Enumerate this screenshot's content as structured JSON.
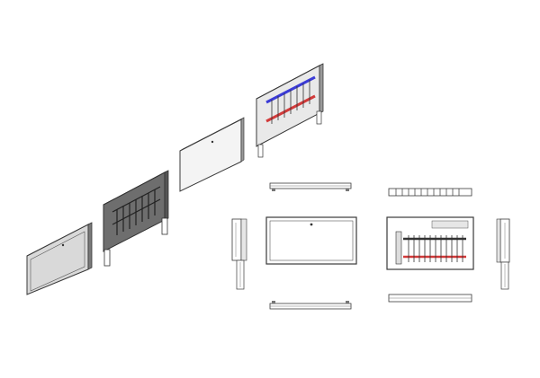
{
  "drawing": {
    "kind": "technical drawing of a manifold cabinet with isometric and orthographic views",
    "colors": {
      "background": "#ffffff",
      "line": "#3a3a3a",
      "panel": "#d9d9d9",
      "panel_dark": "#7a7a7a",
      "supply": "#3b3bd6",
      "return": "#d23a3a",
      "interior": "#bdbdbd"
    },
    "isometric_views": [
      "closed-cabinet",
      "open-cabinet-with-manifold",
      "loose-door",
      "cabinet-with-manifold-colored"
    ],
    "orthographic_views": [
      "front-closed",
      "top",
      "bottom",
      "left-side",
      "front-open",
      "top-open",
      "bottom-open",
      "right-side"
    ]
  }
}
